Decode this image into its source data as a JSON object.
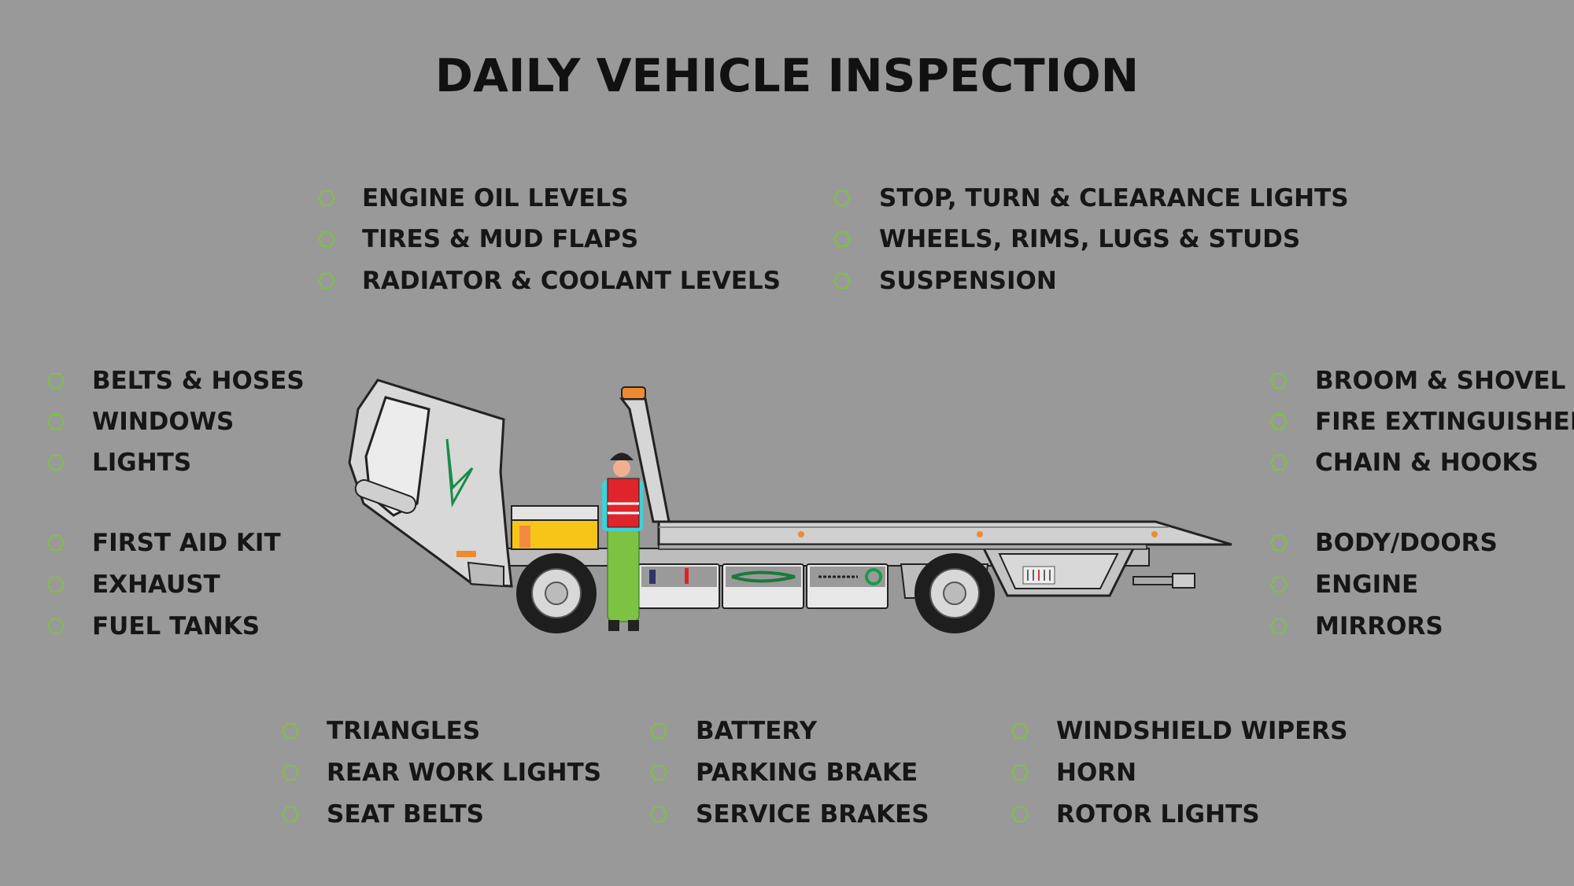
{
  "title": "DAILY VEHICLE INSPECTION",
  "colors": {
    "background": "#999999",
    "checkbox": "#7dc242",
    "text": "#161616"
  },
  "groups": {
    "top_left": [
      "ENGINE OIL LEVELS",
      "TIRES & MUD FLAPS",
      "RADIATOR & COOLANT LEVELS"
    ],
    "top_right": [
      "STOP, TURN & CLEARANCE LIGHTS",
      "WHEELS, RIMS, LUGS & STUDS",
      "SUSPENSION"
    ],
    "left_upper": [
      "BELTS & HOSES",
      "WINDOWS",
      "LIGHTS"
    ],
    "left_lower": [
      "FIRST AID KIT",
      "EXHAUST",
      "FUEL TANKS"
    ],
    "right_upper": [
      "BROOM & SHOVEL",
      "FIRE EXTINGUISHER",
      "CHAIN & HOOKS"
    ],
    "right_lower": [
      "BODY/DOORS",
      "ENGINE",
      "MIRRORS"
    ],
    "bottom_1": [
      "TRIANGLES",
      "REAR WORK LIGHTS",
      "SEAT BELTS"
    ],
    "bottom_2": [
      "BATTERY",
      "PARKING BRAKE",
      "SERVICE BRAKES"
    ],
    "bottom_3": [
      "WINDSHIELD WIPERS",
      "HORN",
      "ROTOR LIGHTS"
    ]
  }
}
